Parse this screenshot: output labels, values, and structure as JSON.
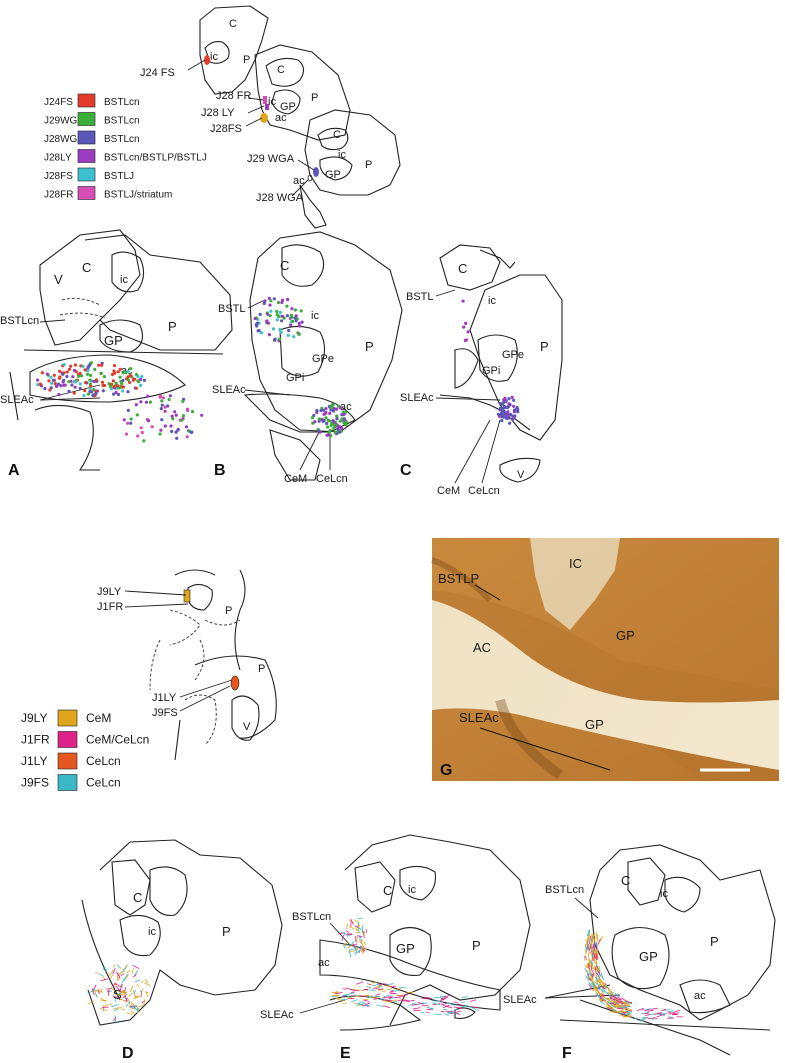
{
  "top_section": {
    "labels": {
      "C": "C",
      "ic": "ic",
      "P": "P",
      "GP": "GP",
      "ac": "ac"
    },
    "injections": [
      "J24 FS",
      "J28 FR",
      "J28 LY",
      "J28FS",
      "J29 WGA",
      "J28 WGA"
    ]
  },
  "legend_top": [
    {
      "code": "J24FS",
      "target": "BSTLcn",
      "color": "#e23b2a"
    },
    {
      "code": "J29WGA",
      "target": "BSTLcn",
      "color": "#3cae3a"
    },
    {
      "code": "J28WGA",
      "target": "BSTLcn",
      "color": "#5b57b8"
    },
    {
      "code": "J28LY",
      "target": "BSTLcn/BSTLP/BSTLJ",
      "color": "#9b3bbf"
    },
    {
      "code": "J28FS",
      "target": "BSTLJ",
      "color": "#3ec0d0"
    },
    {
      "code": "J28FR",
      "target": "BSTLJ/striatum",
      "color": "#d64db3"
    }
  ],
  "panels_abc": {
    "A": {
      "letter": "A",
      "labels": {
        "V": "V",
        "C": "C",
        "ic": "ic",
        "BSTLcn": "BSTLcn",
        "GP": "GP",
        "P": "P",
        "ac": "ac",
        "SLEAc": "SLEAc"
      }
    },
    "B": {
      "letter": "B",
      "labels": {
        "C": "C",
        "BSTL": "BSTL",
        "ic": "ic",
        "P": "P",
        "GPe": "GPe",
        "GPi": "GPi",
        "SLEAc": "SLEAc",
        "ac": "ac",
        "CeM": "CeM",
        "CeLcn": "CeLcn"
      }
    },
    "C": {
      "letter": "C",
      "labels": {
        "C": "C",
        "BSTL": "BSTL",
        "ic": "ic",
        "P": "P",
        "GPe": "GPe",
        "GPi": "GPi",
        "SLEAc": "SLEAc",
        "CeM": "CeM",
        "CeLcn": "CeLcn",
        "V": "V"
      }
    }
  },
  "amygdala_section": {
    "labels": {
      "J9LY": "J9LY",
      "J1FR": "J1FR",
      "J1LY": "J1LY",
      "J9FS": "J9FS",
      "P1": "P",
      "P2": "P",
      "V": "V"
    }
  },
  "legend_bottom": [
    {
      "code": "J9LY",
      "target": "CeM",
      "color": "#e0a51c"
    },
    {
      "code": "J1FR",
      "target": "CeM/CeLcn",
      "color": "#e0218a"
    },
    {
      "code": "J1LY",
      "target": "CeLcn",
      "color": "#e4571e"
    },
    {
      "code": "J9FS",
      "target": "CeLcn",
      "color": "#3ab8c8"
    }
  ],
  "panel_g": {
    "letter": "G",
    "labels": {
      "BSTLP": "BSTLP",
      "IC": "IC",
      "GP1": "GP",
      "AC": "AC",
      "SLEAc": "SLEAc",
      "GP2": "GP"
    }
  },
  "panels_def": {
    "D": {
      "letter": "D",
      "labels": {
        "C": "C",
        "ic": "ic",
        "P": "P",
        "S": "S"
      }
    },
    "E": {
      "letter": "E",
      "labels": {
        "C": "C",
        "BSTLcn": "BSTLcn",
        "ic": "ic",
        "GP": "GP",
        "P": "P",
        "ac": "ac",
        "SLEAc": "SLEAc"
      }
    },
    "F": {
      "letter": "F",
      "labels": {
        "BSTLcn": "BSTLcn",
        "C": "C",
        "ic": "ic",
        "P": "P",
        "GP": "GP",
        "ac": "ac",
        "SLEAc": "SLEAc"
      }
    }
  },
  "colors": {
    "red": "#e23b2a",
    "green": "#3cae3a",
    "blue": "#5b57b8",
    "purple": "#9b3bbf",
    "cyan": "#3ec0d0",
    "pink": "#d64db3",
    "orange": "#e0a51c",
    "magenta": "#e0218a",
    "darkorange": "#e4571e",
    "teal": "#3ab8c8"
  }
}
